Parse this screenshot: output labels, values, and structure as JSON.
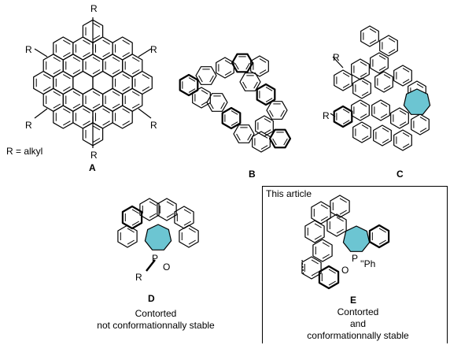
{
  "compounds": {
    "A": {
      "letter": "A",
      "substituent": "R",
      "legend": "R = alkyl"
    },
    "B": {
      "letter": "B"
    },
    "C": {
      "letter": "C",
      "substituent": "R"
    },
    "D": {
      "letter": "D",
      "substituent": "R",
      "heteroatom": "P",
      "oxide": "O",
      "caption_line1": "Contorted",
      "caption_line2": "not conformationnally stable"
    },
    "E": {
      "letter": "E",
      "heteroatom": "P",
      "oxide": "O",
      "phenyl": "''Ph",
      "caption_line1": "Contorted",
      "caption_line2": "and",
      "caption_line3": "conformationnally stable"
    }
  },
  "frame": {
    "title": "This article"
  },
  "colors": {
    "highlight_ring": "#6cc5d2",
    "bond": "#000000",
    "background": "#ffffff"
  }
}
